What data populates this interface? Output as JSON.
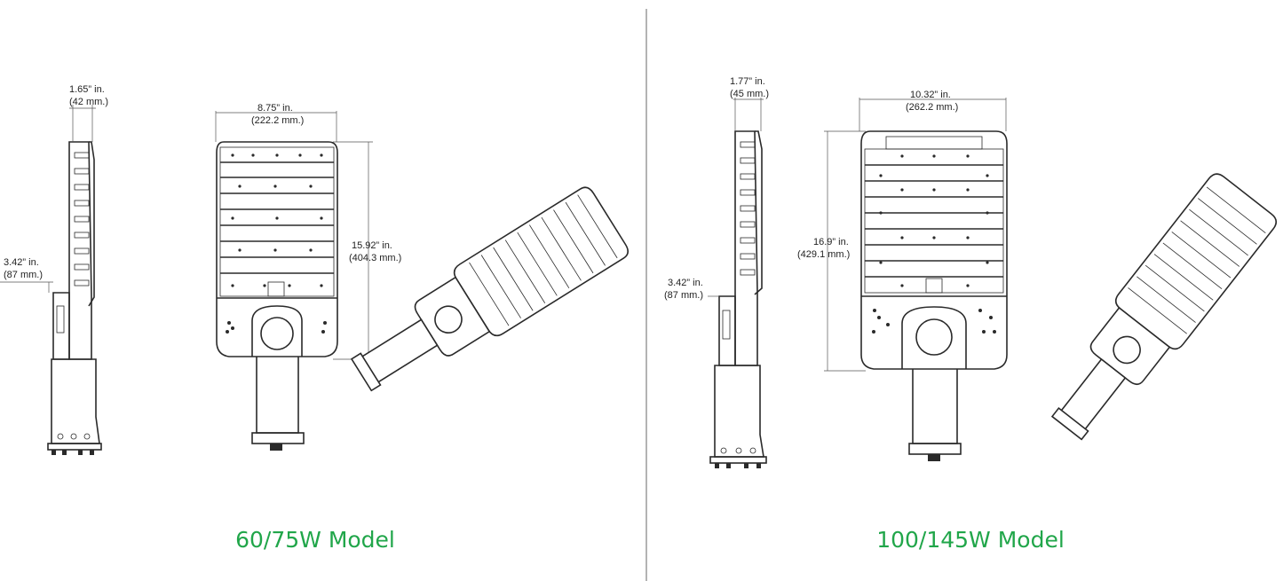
{
  "left_model": {
    "title": "60/75W Model",
    "side_depth": {
      "inch": "1.65” in.",
      "mm": "(42 mm.)"
    },
    "side_bracket": {
      "inch": "3.42” in.",
      "mm": "(87 mm.)"
    },
    "width": {
      "inch": "8.75” in.",
      "mm": "(222.2 mm.)"
    },
    "height": {
      "inch": "15.92” in.",
      "mm": "(404.3 mm.)"
    }
  },
  "right_model": {
    "title": "100/145W Model",
    "side_depth": {
      "inch": "1.77” in.",
      "mm": "(45 mm.)"
    },
    "side_bracket": {
      "inch": "3.42” in.",
      "mm": "(87 mm.)"
    },
    "width": {
      "inch": "10.32” in.",
      "mm": "(262.2 mm.)"
    },
    "height": {
      "inch": "16.9” in.",
      "mm": "(429.1 mm.)"
    }
  },
  "colors": {
    "model_title": "#21a64a",
    "lines": "#2a2a2a",
    "divider": "#9a9a9a"
  }
}
